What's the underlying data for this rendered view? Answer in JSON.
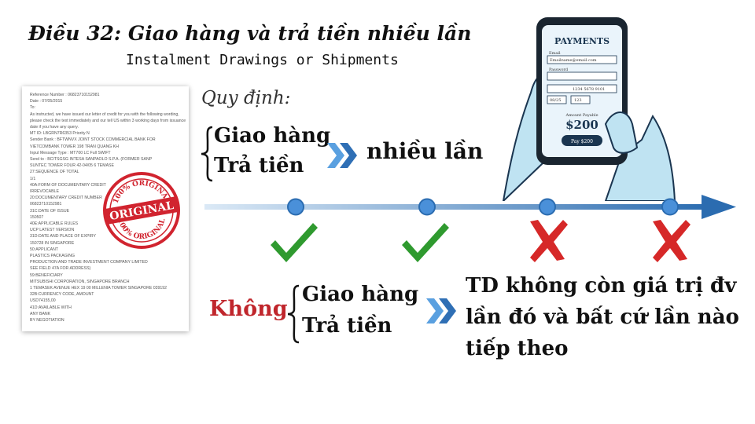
{
  "title": "Điều 32: Giao hàng và trả tiền nhiều lần",
  "subtitle": "Instalment Drawings or Shipments",
  "rule_label": "Quy định:",
  "allowed": {
    "deliver": "Giao hàng",
    "pay": "Trả tiền",
    "result": "nhiều lần"
  },
  "not_allowed": {
    "label": "Không",
    "deliver": "Giao hàng",
    "pay": "Trả tiền",
    "result_lines": [
      "TD không còn giá trị đv",
      "lần đó và bất cứ lần nào",
      "tiếp theo"
    ]
  },
  "timeline": {
    "marks": [
      "check",
      "check",
      "cross",
      "cross"
    ],
    "colors": {
      "line": "#2b6cb0",
      "dot": "#4a90d9",
      "check": "#2f9a2f",
      "cross": "#d62828"
    }
  },
  "document": {
    "lines": [
      "Reference Number : 06823710152981",
      "Date : 07/05/2015",
      "To:",
      "As instructed, we have issued our letter of credit for you with the following wording,",
      "please check the text immediately and our tell US within 3 working days from issuance",
      "date if you have any query.",
      "MT ID: LBGRN7R6353          Priority   N",
      "Sender Bank : BFTWNVX        JOINT STOCK COMMERCIAL BANK FOR",
      "                             VIETCOMBANK TOWER 198 TRAN QUANG KH",
      "Input Message Type : MT700   LC Full SWIFT",
      "Send to : BCITSGSG           INTESA SANPAOLO S.P.A. (FORMER SANP",
      "                             SUNTEC TOWER FOUR 42-04/05 6 TEMASE",
      "27:SEQUENCE OF TOTAL",
      "1/1",
      "40A:FORM OF DOCUMENTARY CREDIT",
      "IRREVOCABLE",
      "20:DOCUMENTARY CREDIT NUMBER",
      "06823710152981",
      "31C:DATE OF ISSUE",
      "150507",
      "40E:APPLICABLE RULES",
      "UCP LATEST VERSION",
      "31D:DATE AND PLACE OF EXPIRY",
      "150728 IN SINGAPORE",
      "50:APPLICANT",
      "PLASTICS PACKAGING",
      "PRODUCTION AND TRADE INVESTMENT COMPANY LIMITED",
      "SEE FIELD 47A FOR ADDRESS)",
      "59:BENEFICIARY",
      "MITSUBISHI CORPORATION, SINGAPORE BRANCH",
      "1 TEMASEK AVENUE HEX 19 00 MILLENIA TOWER SINGAPORE 039192",
      "32B:CURRENCY CODE, AMOUNT",
      "USD74155,00",
      "41D:AVAILABLE WITH",
      "ANY BANK",
      "BY NEGOTIATION"
    ],
    "stamp_top": "100% ORIGINAL",
    "stamp_main": "ORIGINAL",
    "stamp_bottom": "100% ORIGINAL"
  },
  "phone": {
    "header": "PAYMENTS",
    "email_label": "Email",
    "email_value": "Emailname@email.com",
    "password_label": "Password",
    "card_number": "1234  5678  9101",
    "expiry": "08/25",
    "cvv": "123",
    "amount_caption": "Amount Payable",
    "amount": "$200",
    "pay_button": "Pay $200"
  }
}
